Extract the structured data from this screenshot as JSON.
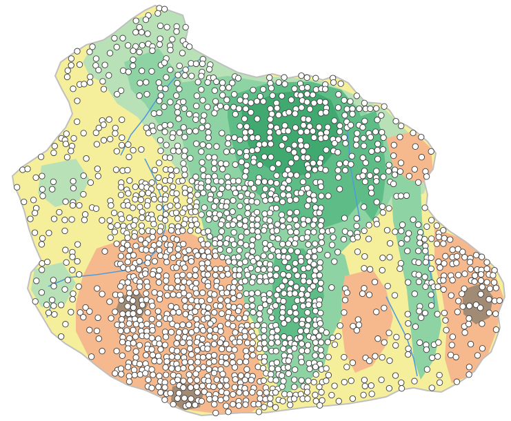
{
  "map": {
    "region": "elevation-zone-map",
    "legend_visible": false,
    "labels_visible": false,
    "zone_colors": {
      "lowland_yellow": "#F5EE9A",
      "low_green_pale": "#B9E1B8",
      "mid_green": "#8ED3A3",
      "high_green": "#5EBD86",
      "peak_green": "#3FA96F",
      "upland_orange": "#F6B98E",
      "mountain_brown": "#A18B74",
      "river_blue": "#4E9DDB",
      "outline_gray": "#BFBFBF",
      "sample_point_fill": "#FFFFFF",
      "sample_point_stroke": "#3A3A3A"
    },
    "markers": {
      "type": "circle",
      "meaning": "sampling-points"
    }
  }
}
